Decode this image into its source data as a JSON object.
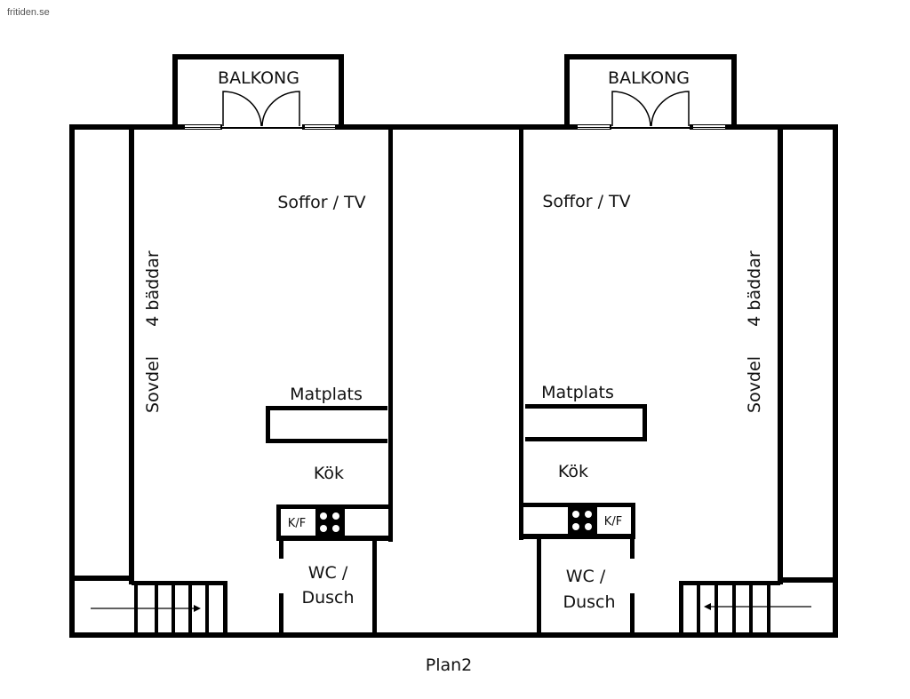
{
  "watermark": "fritiden.se",
  "caption": "Plan2",
  "left_unit": {
    "balcony": "BALKONG",
    "living": "Soffor / TV",
    "sleeping_a": "Sovdel",
    "sleeping_b": "4 bäddar",
    "dining": "Matplats",
    "kitchen": "Kök",
    "fridge": "K/F",
    "bath_1": "WC /",
    "bath_2": "Dusch"
  },
  "right_unit": {
    "balcony": "BALKONG",
    "living": "Soffor / TV",
    "sleeping_a": "Sovdel",
    "sleeping_b": "4 bäddar",
    "dining": "Matplats",
    "kitchen": "Kök",
    "fridge": "K/F",
    "bath_1": "WC /",
    "bath_2": "Dusch"
  }
}
